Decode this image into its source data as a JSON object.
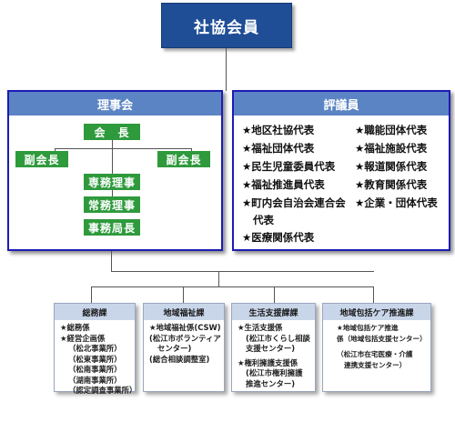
{
  "top": {
    "title": "社協会員"
  },
  "board": {
    "header": "理事会",
    "chair": "会　長",
    "vice_left": "副会長",
    "vice_right": "副会長",
    "staff": [
      "専務理事",
      "常務理事",
      "事務局長"
    ]
  },
  "council": {
    "header": "評議員",
    "left_items": [
      "★地区社協代表",
      "★福祉団体代表",
      "★民生児童委員代表",
      "★福祉推進員代表",
      "★町内会自治会連合会",
      "代表",
      "★医療関係代表"
    ],
    "right_items": [
      "★職能団体代表",
      "★福祉施設代表",
      "★報道関係代表",
      "★教育関係代表",
      "★企業・団体代表"
    ]
  },
  "departments": [
    {
      "title": "総務課",
      "lines": [
        "★総務係",
        "★経営企画係",
        "（松北事業所）",
        "（松東事業所）",
        "（松南事業所）",
        "（湖南事業所）",
        "（認定調査事業所）"
      ]
    },
    {
      "title": "地域福祉課",
      "lines": [
        "★地域福祉係(CSW)",
        "(松江市ボランティア",
        "センター)",
        "(総合相談調整室)"
      ]
    },
    {
      "title": "生活支援課課",
      "lines": [
        "★生活支援係",
        "(松江市くらし相談",
        "支援センター)",
        "★権利擁護支援係",
        "(松江市権利擁護",
        "推進センター)"
      ]
    },
    {
      "title": "地域包括ケア推進課",
      "lines": [
        "★地域包括ケア推進",
        "係（地域包括支援センター）",
        "（松江市在宅医療・介護",
        "連携支援センター）"
      ]
    }
  ]
}
